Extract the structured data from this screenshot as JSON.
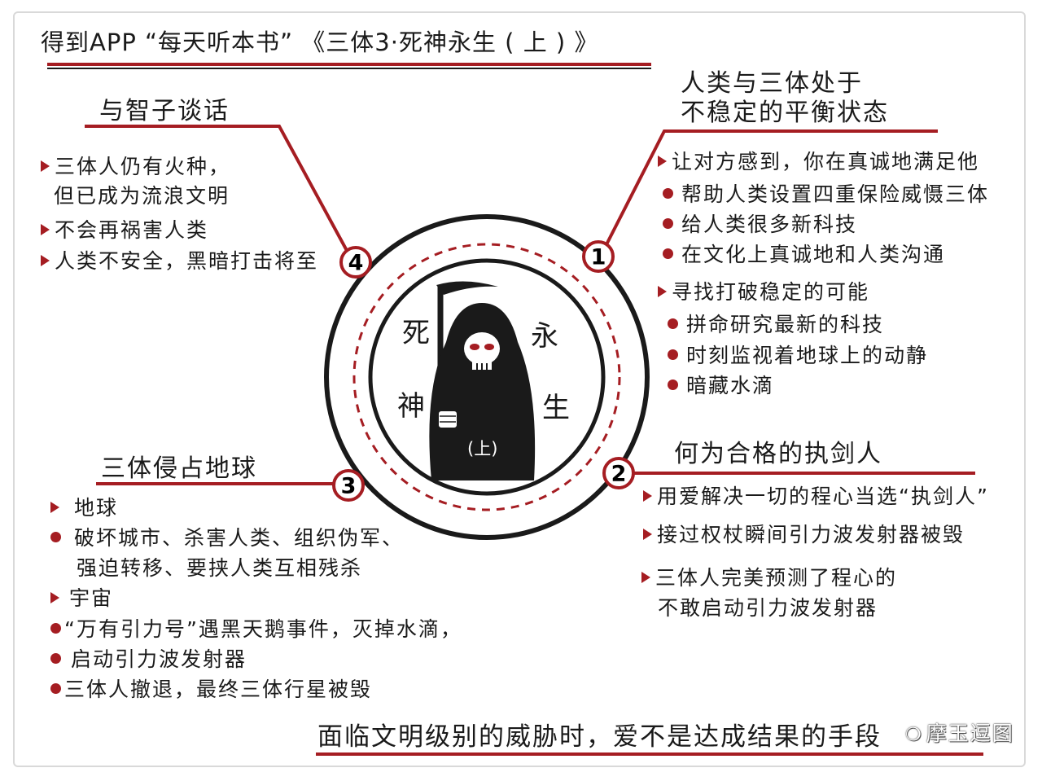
{
  "header": {
    "title": "得到APP “每天听本书” 《三体3·死神永生 ( 上 ) 》"
  },
  "center": {
    "char_top_left": "死",
    "char_bottom_left": "神",
    "char_top_right": "永",
    "char_bottom_right": "生",
    "hood_label": "(上)"
  },
  "sections": {
    "s1": {
      "number": "1",
      "heading_line1": "人类与三体处于",
      "heading_line2": "不稳定的平衡状态",
      "items": [
        "让对方感到，你在真诚地满足他",
        "帮助人类设置四重保险威慑三体",
        "给人类很多新科技",
        "在文化上真诚地和人类沟通",
        "寻找打破稳定的可能",
        "拼命研究最新的科技",
        "时刻监视着地球上的动静",
        "暗藏水滴"
      ]
    },
    "s2": {
      "number": "2",
      "heading": "何为合格的执剑人",
      "items": [
        "用爱解决一切的程心当选“执剑人”",
        "接过权杖瞬间引力波发射器被毁",
        "三体人完美预测了程心的",
        "不敢启动引力波发射器"
      ]
    },
    "s3": {
      "number": "3",
      "heading": "三体侵占地球",
      "items": [
        "地球",
        "破坏城市、杀害人类、组织伪军、",
        "强迫转移、要挟人类互相残杀",
        "宇宙",
        "“万有引力号”遇黑天鹅事件，灭掉水滴，",
        "启动引力波发射器",
        "三体人撤退，最终三体行星被毁"
      ]
    },
    "s4": {
      "number": "4",
      "heading": "与智子谈话",
      "items": [
        "三体人仍有火种，",
        "但已成为流浪文明",
        "不会再祸害人类",
        "人类不安全，黑暗打击将至"
      ]
    }
  },
  "footer": {
    "conclusion": "面临文明级别的威胁时，爱不是达成结果的手段",
    "watermark": "摩玉逗图"
  },
  "colors": {
    "accent": "#a51d22",
    "ink": "#1a1a1a"
  }
}
